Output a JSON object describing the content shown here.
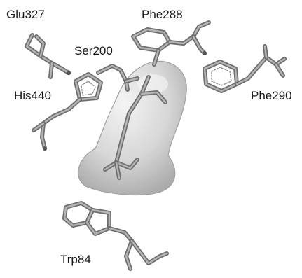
{
  "labels": {
    "glu327": "Glu327",
    "phe288": "Phe288",
    "ser200": "Ser200",
    "his440": "His440",
    "phe290": "Phe290",
    "trp84": "Trp84"
  },
  "colors": {
    "stick_outer": "#6e6e6e",
    "stick_inner": "#b4b4b4",
    "surface_light": "#f2f2f2",
    "surface_dark": "#9c9c9c",
    "background": "#ffffff"
  }
}
